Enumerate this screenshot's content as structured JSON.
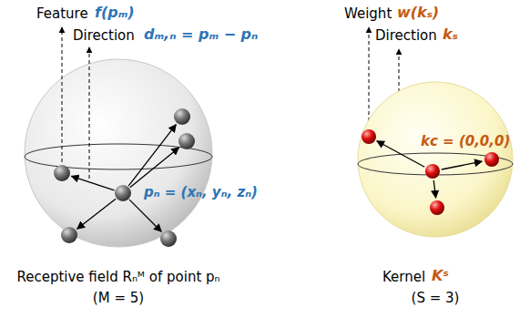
{
  "diagram": {
    "labels": [
      "Feature",
      "f(pₘ)",
      "Direction",
      "dₘ,ₙ = pₘ − pₙ",
      "pₙ = (xₙ, yₙ, zₙ)",
      "Receptive field Rₙᴹ of point pₙ",
      "(M = 5)",
      "Weight",
      "w(kₛ)",
      "Direction",
      "kₛ",
      "kᴄ = (0,0,0)",
      "Kernel",
      "Kˢ",
      "(S = 3)"
    ]
  }
}
